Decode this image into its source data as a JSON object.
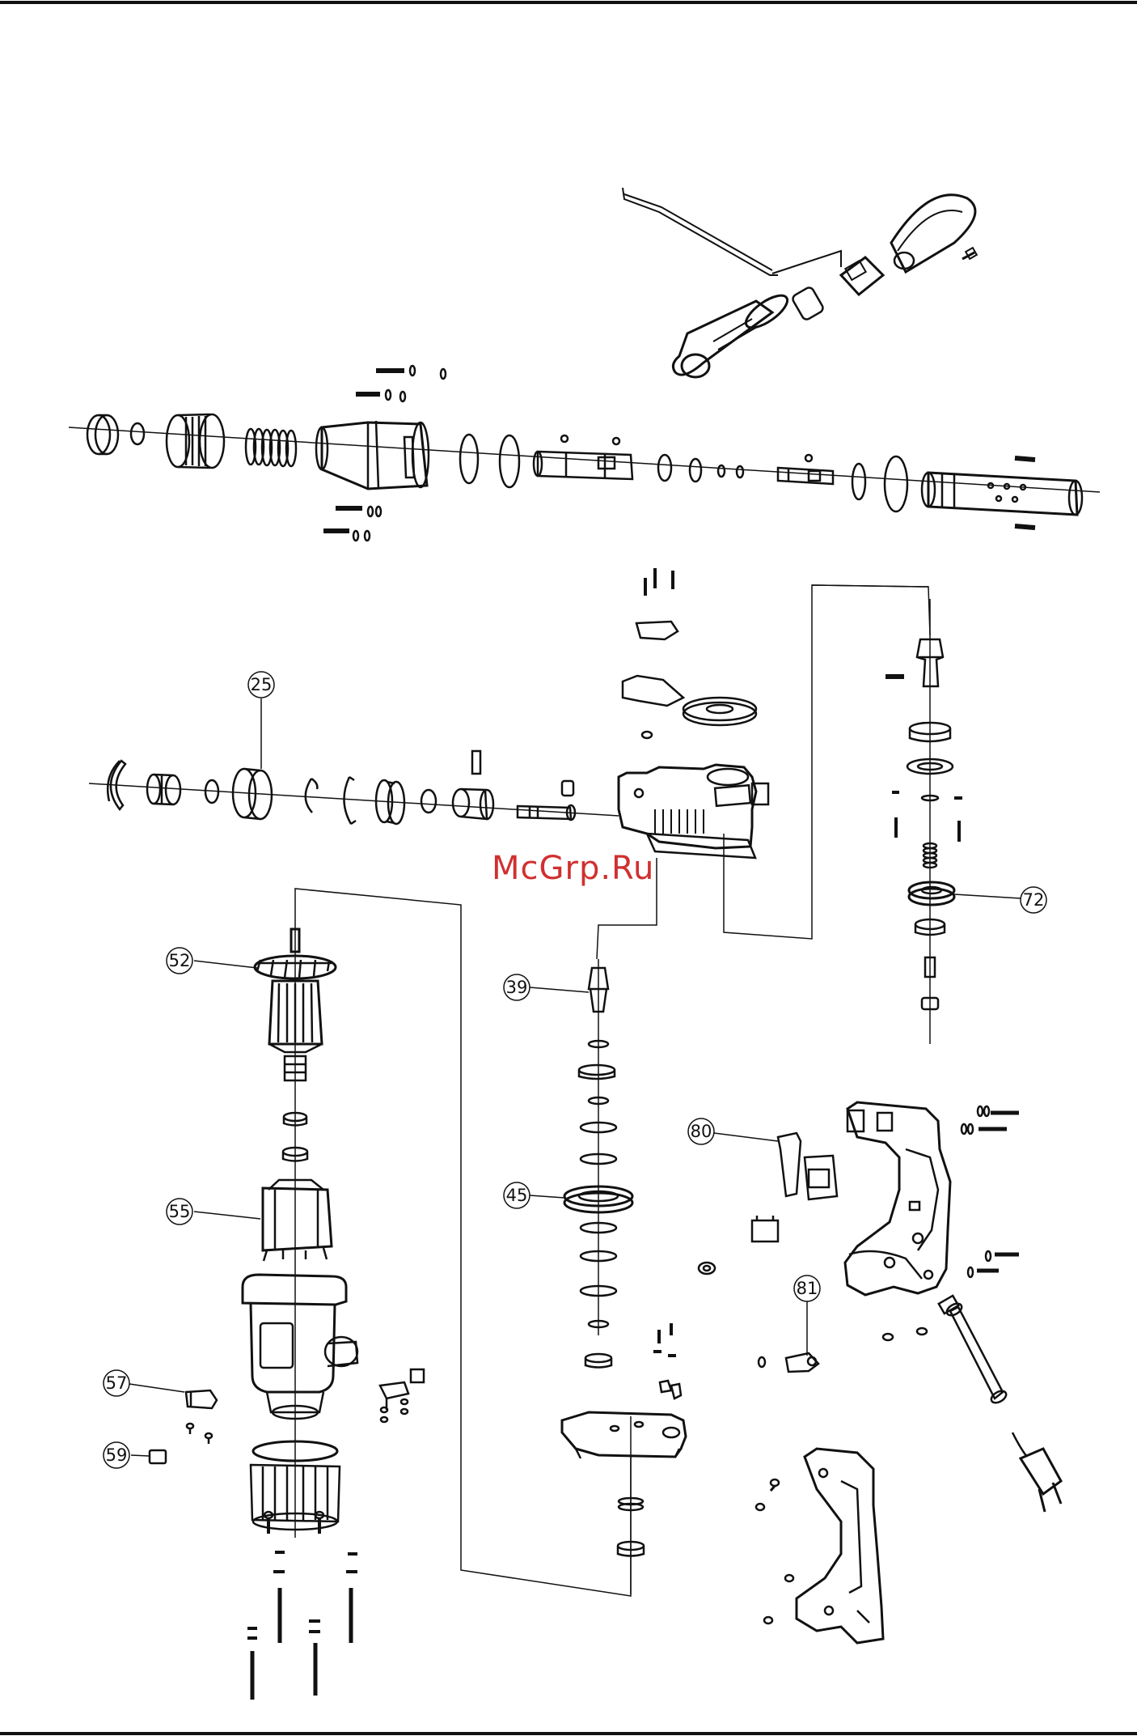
{
  "diagram": {
    "watermark": "McGrp.Ru",
    "callouts": [
      {
        "id": "25",
        "label": "25"
      },
      {
        "id": "39",
        "label": "39"
      },
      {
        "id": "45",
        "label": "45"
      },
      {
        "id": "52",
        "label": "52"
      },
      {
        "id": "55",
        "label": "55"
      },
      {
        "id": "57",
        "label": "57"
      },
      {
        "id": "59",
        "label": "59"
      },
      {
        "id": "72",
        "label": "72"
      },
      {
        "id": "80",
        "label": "80"
      },
      {
        "id": "81",
        "label": "81"
      }
    ],
    "colors": {
      "line": "#111111",
      "watermark": "#d03030",
      "background": "#ffffff"
    }
  }
}
